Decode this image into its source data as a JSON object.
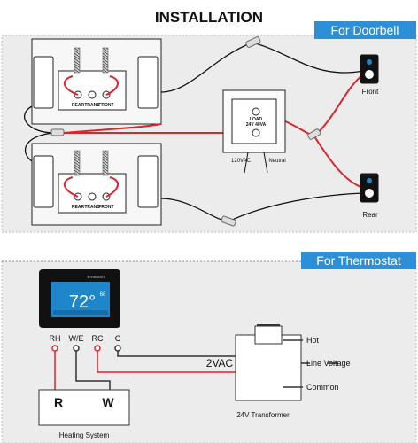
{
  "title": "INSTALLATION",
  "doorbell": {
    "banner": "For Doorbell",
    "chime_terminals": [
      "REAR",
      "TRANS",
      "FRONT"
    ],
    "transformer_label_1": "LOAD",
    "transformer_label_2": "24V 40VA",
    "line_in": "120VAC",
    "neutral": "Neutral",
    "front_button": "Front",
    "rear_button": "Rear"
  },
  "thermostat": {
    "banner": "For Thermostat",
    "brand": "emerson",
    "screen_temp": "72°",
    "screen_setpoint": "68",
    "terminals": [
      "RH",
      "W/E",
      "RC",
      "C"
    ],
    "voltage_label": "2VAC",
    "hot": "Hot",
    "line_voltage": "Line Voltage",
    "common": "Common",
    "transformer_caption": "24V Transformer",
    "heating_r": "R",
    "heating_w": "W",
    "heating_caption": "Heating System"
  },
  "colors": {
    "banner_blue": "#2d8fd6",
    "wire_red": "#d8262c",
    "panel_gray": "#ececec",
    "screen_blue": "#1f87c9"
  }
}
